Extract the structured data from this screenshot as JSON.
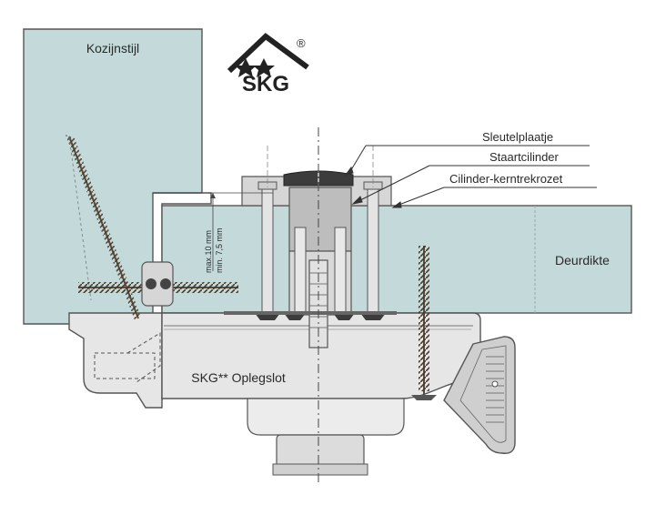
{
  "logo": {
    "text": "SKG",
    "registered_mark": "®",
    "icon": "skg-house-two-stars-icon"
  },
  "labels": {
    "frame": "Kozijnstijl",
    "key_plate": "Sleutelplaatje",
    "tail_cylinder": "Staartcilinder",
    "core_pull_rosette": "Cilinder-kerntrekrozet",
    "door_thickness": "Deurdikte",
    "surface_lock": "SKG** Oplegslot",
    "dimension_max": "max.10 mm",
    "dimension_min": "min. 7,5 mm"
  },
  "colors": {
    "panel": "#c4dada",
    "outline": "#555555",
    "metal": "#d9d9d9",
    "dark_metal": "#3c3c3c",
    "screw": "#5a4a3a"
  }
}
